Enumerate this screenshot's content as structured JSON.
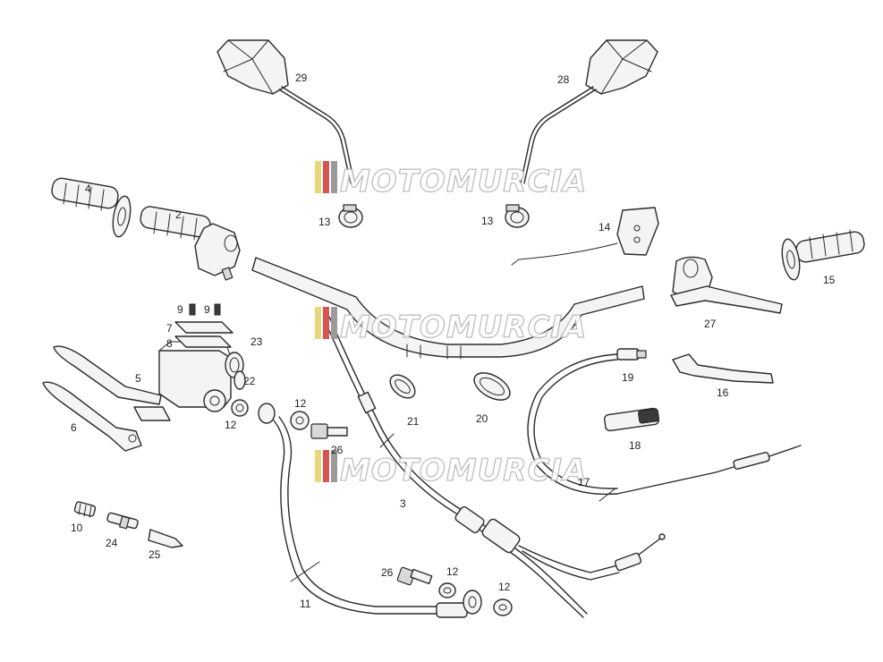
{
  "watermark": "MOTOMURCIA",
  "brand_colors": {
    "stripe_yellow": "#e8d77a",
    "stripe_red": "#d9534f",
    "stripe_gray": "#9a9a9a"
  },
  "labels": {
    "p2": "2",
    "p3": "3",
    "p4": "4",
    "p5": "5",
    "p6": "6",
    "p7": "7",
    "p8": "8",
    "p9a": "9",
    "p9b": "9",
    "p10": "10",
    "p11": "11",
    "p12a": "12",
    "p12b": "12",
    "p12c": "12",
    "p12d": "12",
    "p13a": "13",
    "p13b": "13",
    "p14": "14",
    "p15": "15",
    "p16": "16",
    "p17": "17",
    "p18": "18",
    "p19": "19",
    "p20": "20",
    "p21": "21",
    "p22": "22",
    "p23": "23",
    "p24": "24",
    "p25": "25",
    "p26a": "26",
    "p26b": "26",
    "p27": "27",
    "p28": "28",
    "p29": "29"
  }
}
